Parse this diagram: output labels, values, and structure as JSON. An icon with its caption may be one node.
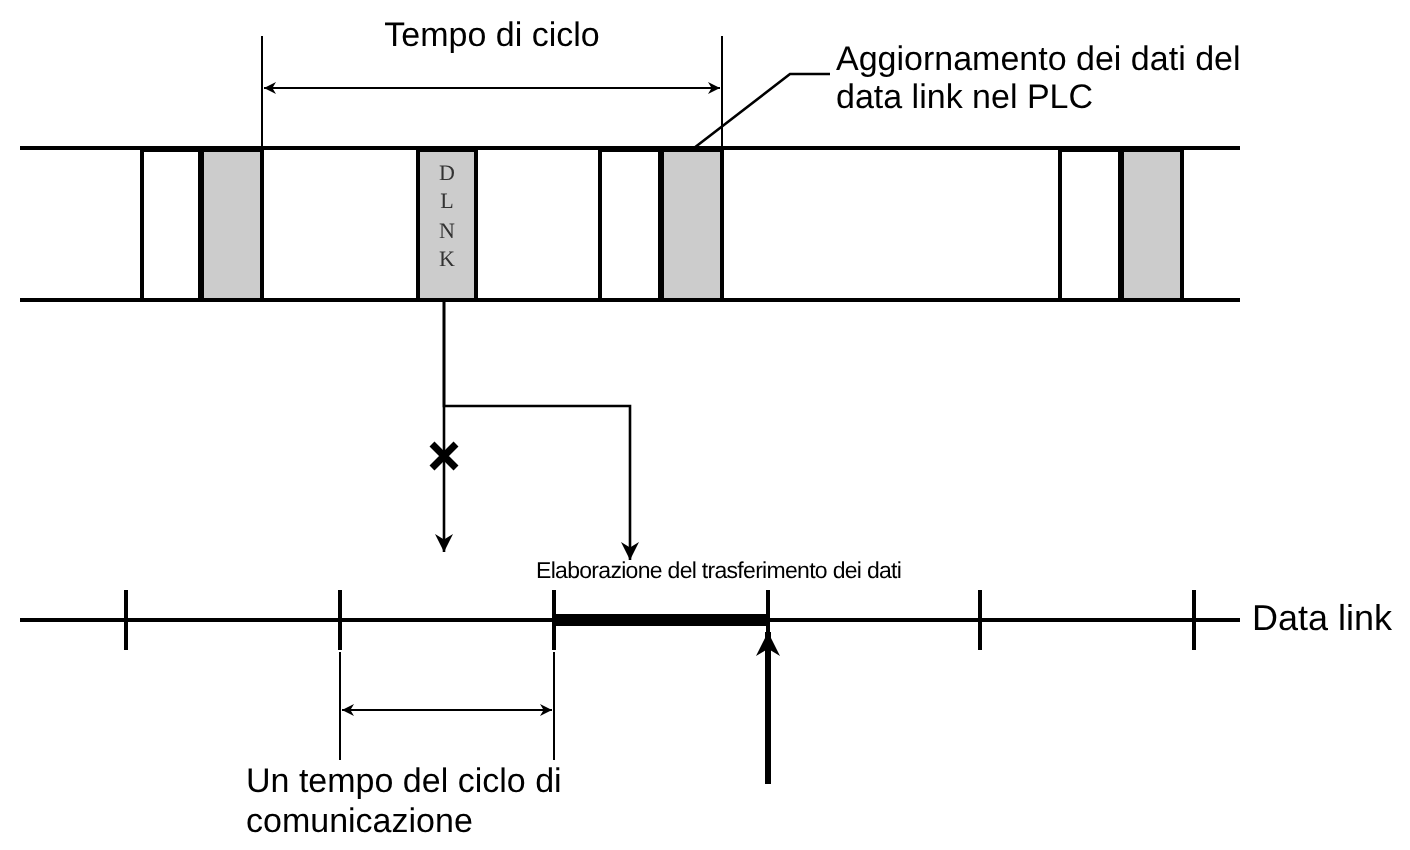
{
  "diagram": {
    "nodes": [
      {
        "text": [],
        "shape": "box"
      },
      {
        "text": [],
        "shape": "box"
      },
      {
        "text": [
          "DLNK"
        ]
      },
      {
        "text": [],
        "shape": "box"
      },
      {
        "text": [],
        "shape": "box"
      },
      {
        "text": [],
        "shape": "box"
      },
      {
        "text": [],
        "shape": "box"
      },
      {
        "text": [
          "Aggiornamento dei dati del data link nel PLC"
        ]
      },
      {
        "text": [
          "Data link"
        ]
      },
      {
        "text": [
          "Elaborazione del trasferimento dei dati"
        ],
        "in": 8
      }
    ],
    "edges": [
      {
        "from": 7,
        "to": 4,
        "arrow": "none"
      },
      {
        "from": 2,
        "to": 8,
        "arrow": "to"
      },
      {
        "from": 2,
        "to": 9,
        "arrow": "to"
      },
      {
        "from": null,
        "to": 9,
        "arrow": "to",
        "style": "thick"
      }
    ],
    "labels": [
      "Tempo di ciclo",
      "Un tempo del ciclo di comunicazione"
    ]
  }
}
